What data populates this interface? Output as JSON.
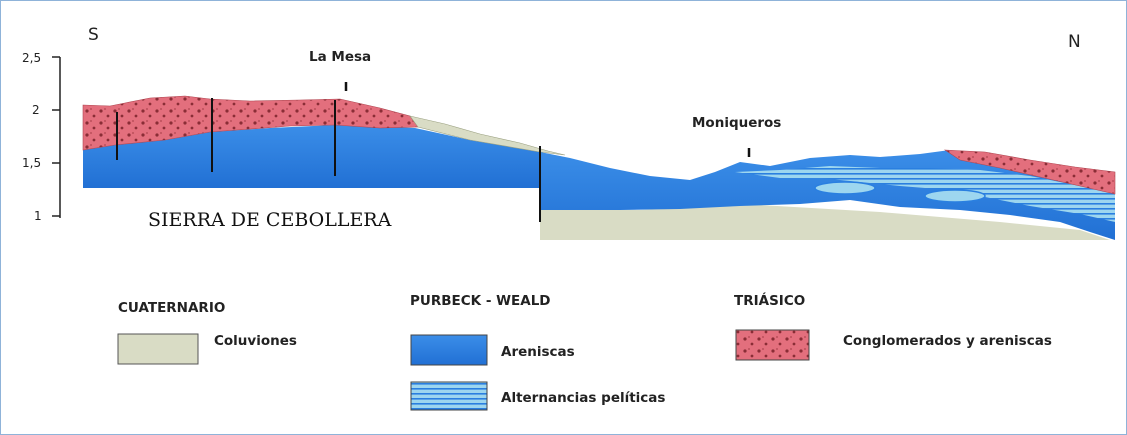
{
  "directions": {
    "south": "S",
    "north": "N"
  },
  "axis": {
    "ticks": [
      "2,5",
      "2",
      "1,5",
      "1"
    ]
  },
  "places": {
    "la_mesa": "La Mesa",
    "moniqueros": "Moniqueros"
  },
  "range_label": "SIERRA DE CEBOLLERA",
  "legend": {
    "cuaternario": {
      "title": "CUATERNARIO",
      "items": [
        {
          "label": "Coluviones"
        }
      ]
    },
    "purbeck": {
      "title": "PURBECK - WEALD",
      "items": [
        {
          "label": "Areniscas"
        },
        {
          "label": "Alternancias pelíticas"
        }
      ]
    },
    "triasico": {
      "title": "TRIÁSICO",
      "items": [
        {
          "label": "Conglomerados y areniscas"
        }
      ]
    }
  },
  "colors": {
    "border": "#8fb3d9",
    "sandstone": "#2a7fe0",
    "sandstone_light": "#5aa6ee",
    "conglomerate": "#e36f7d",
    "conglomerate_dot": "#8a2d36",
    "colluvium": "#d9dcc5",
    "alternation": "#8fd0ec"
  }
}
